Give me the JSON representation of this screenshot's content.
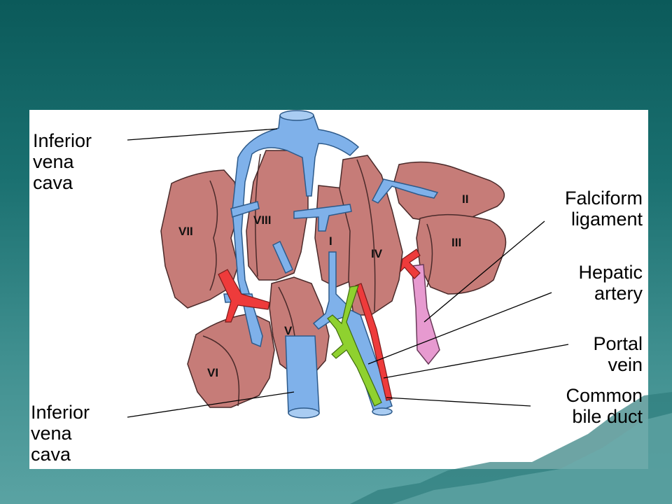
{
  "colors": {
    "background_top": "#0b5a5a",
    "background_bottom": "#5aa3a3",
    "liver": "#c67c78",
    "vein_blue": "#7fb1ea",
    "artery_red": "#ee3b3b",
    "bile_green": "#8fd12f",
    "ligament_pink": "#e79ad0"
  },
  "labels": {
    "ivc_top": [
      "Inferior",
      "vena",
      "cava"
    ],
    "ivc_bottom": [
      "Inferior",
      "vena",
      "cava"
    ],
    "falciform": [
      "Falciform",
      "ligament"
    ],
    "hepatic_artery": [
      "Hepatic",
      "artery"
    ],
    "portal_vein": [
      "Portal",
      "vein"
    ],
    "bile_duct": [
      "Common",
      "bile duct"
    ]
  },
  "segments": {
    "I": "I",
    "II": "II",
    "III": "III",
    "IV": "IV",
    "V": "V",
    "VI": "VI",
    "VII": "VII",
    "VIII": "VIII"
  }
}
